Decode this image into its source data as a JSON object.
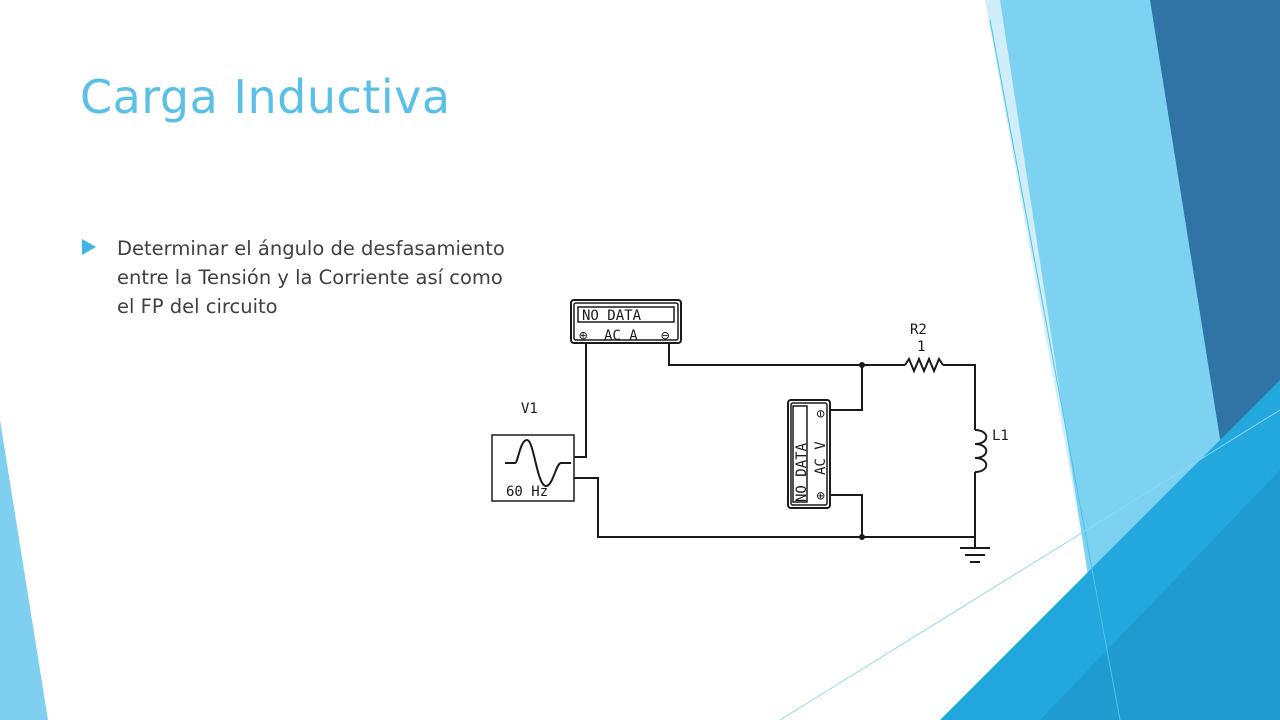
{
  "slide": {
    "title": "Carga Inductiva",
    "bullet_text": "Determinar el  ángulo de desfasamiento entre la  Tensión  y la Corriente así como el FP del circuito"
  },
  "circuit": {
    "ammeter": {
      "display": "NO DATA",
      "mode": "AC A",
      "plus": "⊕",
      "minus": "⊖"
    },
    "voltmeter": {
      "display": "NO DATA",
      "mode": "AC V",
      "plus": "⊕",
      "minus": "⊖"
    },
    "source": {
      "name": "V1",
      "frequency": "60 Hz"
    },
    "resistor": {
      "name": "R2",
      "value": "1"
    },
    "inductor": {
      "name": "L1"
    }
  },
  "colors": {
    "title": "#5bc0e8",
    "accent_light": "#a9dff5",
    "accent_mid": "#4fc1ec",
    "accent_dark": "#2e72a3",
    "bullet_arrow": "#41b6e6"
  }
}
